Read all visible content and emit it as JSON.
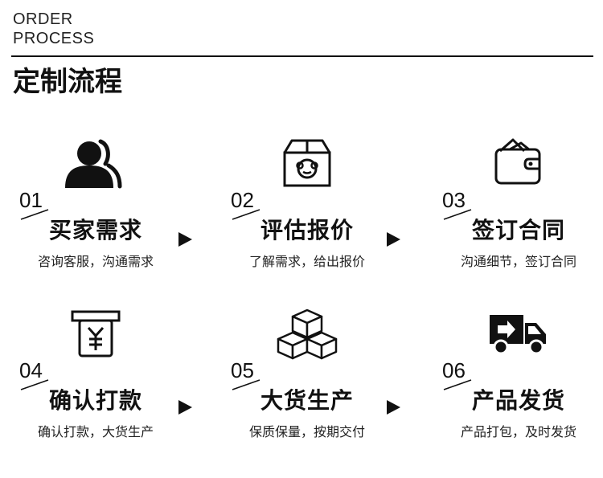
{
  "header": {
    "english_line1": "ORDER",
    "english_line2": "PROCESS",
    "title": "定制流程"
  },
  "steps": [
    {
      "number": "01",
      "name": "买家需求",
      "desc": "咨询客服，沟通需求",
      "icon": "customer-service-icon"
    },
    {
      "number": "02",
      "name": "评估报价",
      "desc": "了解需求，给出报价",
      "icon": "box-icon"
    },
    {
      "number": "03",
      "name": "签订合同",
      "desc": "沟通细节，签订合同",
      "icon": "wallet-icon"
    },
    {
      "number": "04",
      "name": "确认打款",
      "desc": "确认打款，大货生产",
      "icon": "yuan-payment-icon"
    },
    {
      "number": "05",
      "name": "大货生产",
      "desc": "保质保量，按期交付",
      "icon": "stacked-boxes-icon"
    },
    {
      "number": "06",
      "name": "产品发货",
      "desc": "产品打包，及时发货",
      "icon": "delivery-truck-icon"
    }
  ],
  "colors": {
    "text": "#111111",
    "background": "#ffffff"
  }
}
